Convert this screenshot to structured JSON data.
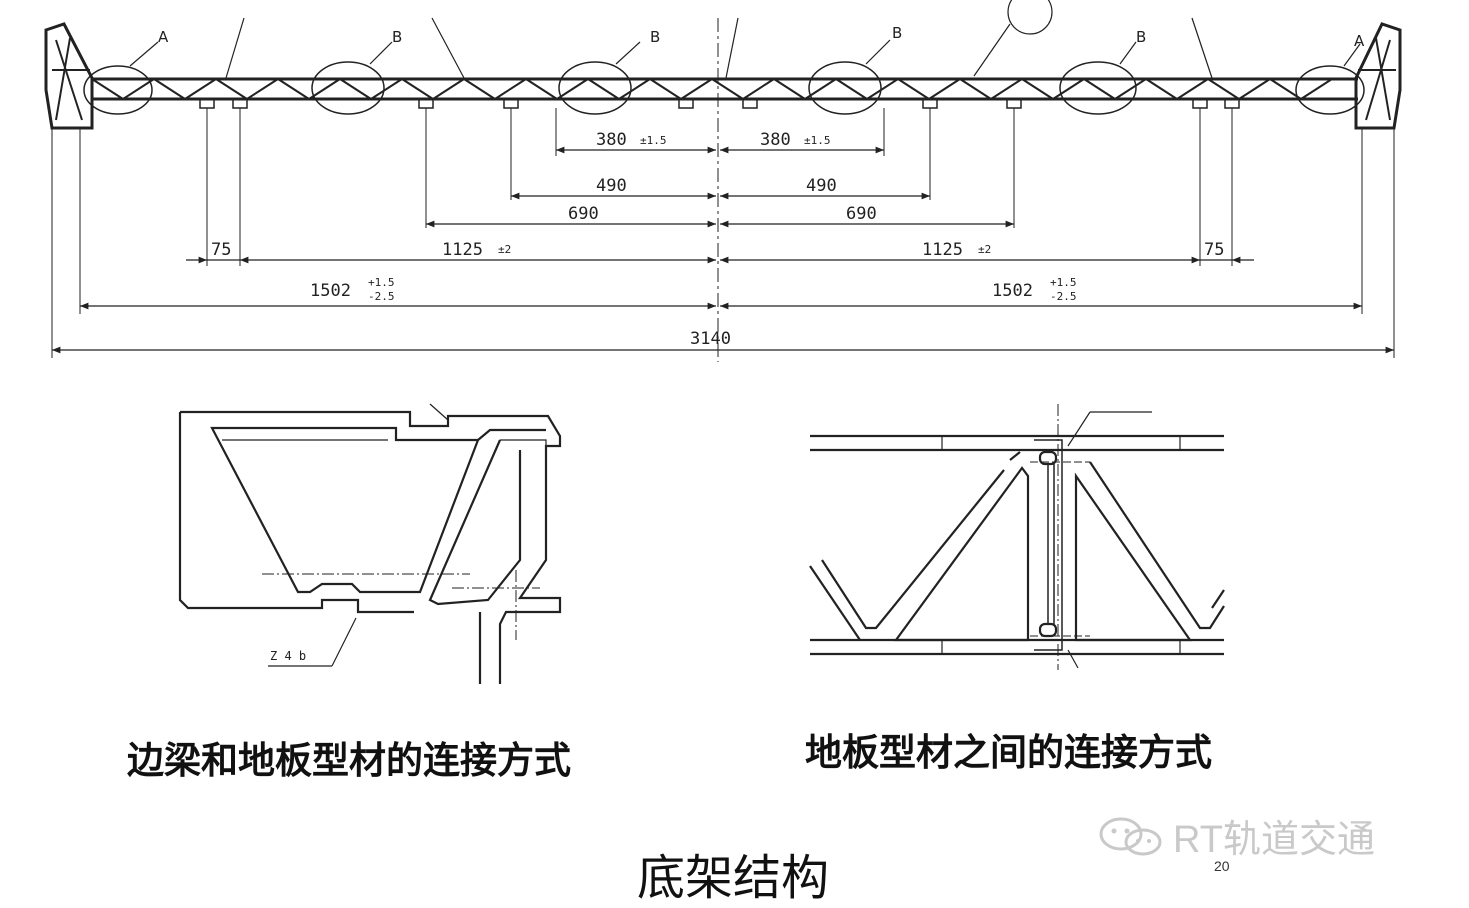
{
  "drawing": {
    "callouts": {
      "a_left": "A",
      "b1": "B",
      "b2": "B",
      "b3": "B",
      "b4": "B",
      "a_right": "A"
    },
    "dimensions": {
      "d380_left": "380",
      "d380_left_tol": "±1.5",
      "d380_right": "380",
      "d380_right_tol": "±1.5",
      "d490_left": "490",
      "d490_right": "490",
      "d690_left": "690",
      "d690_right": "690",
      "d75_left": "75",
      "d1125_left": "1125",
      "d1125_left_tol": "±2",
      "d1125_right": "1125",
      "d1125_right_tol": "±2",
      "d75_right": "75",
      "d1502_left": "1502",
      "d1502_left_tol_upper": "+1.5",
      "d1502_left_tol_lower": "-2.5",
      "d1502_right": "1502",
      "d1502_right_tol_upper": "+1.5",
      "d1502_right_tol_lower": "-2.5",
      "d3140": "3140"
    },
    "weld_mark": "Z 4 b"
  },
  "captions": {
    "left": "边梁和地板型材的连接方式",
    "right": "地板型材之间的连接方式"
  },
  "title": "底架结构",
  "page_number": "20",
  "watermark": {
    "icon": "wechat-icon",
    "text": "RT轨道交通"
  }
}
